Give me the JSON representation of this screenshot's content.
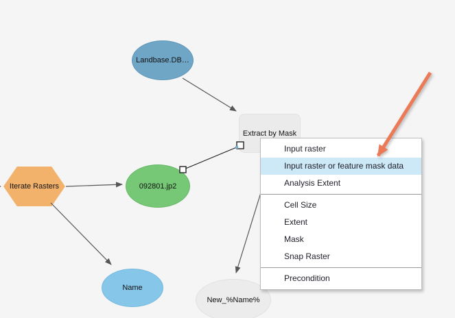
{
  "canvas": {
    "background": "#f5f5f6"
  },
  "nodes": {
    "landbase": {
      "label": "Landbase.DB…",
      "color": "#6fa6c5"
    },
    "iterate_rasters": {
      "label": "Iterate Rasters",
      "color": "#f3b26b"
    },
    "raster": {
      "label": "092801.jp2",
      "color": "#76c876"
    },
    "name": {
      "label": "Name",
      "color": "#86c7e9"
    },
    "output": {
      "label": "New_%Name%",
      "color": "#ececec"
    },
    "tool": {
      "label": "Extract by Mask",
      "color": "#ebebeb"
    }
  },
  "context_menu": {
    "background": "#ffffff",
    "highlight_color": "#cde8f7",
    "highlighted_item": "Input raster or feature mask data",
    "items": [
      {
        "label": "Input raster"
      },
      {
        "label": "Input raster or feature mask data"
      },
      {
        "label": "Analysis Extent"
      },
      {
        "label": "Cell Size"
      },
      {
        "label": "Extent"
      },
      {
        "label": "Mask"
      },
      {
        "label": "Snap Raster"
      },
      {
        "label": "Precondition"
      }
    ]
  },
  "annotation": {
    "arrow_color": "#ec7a56"
  }
}
